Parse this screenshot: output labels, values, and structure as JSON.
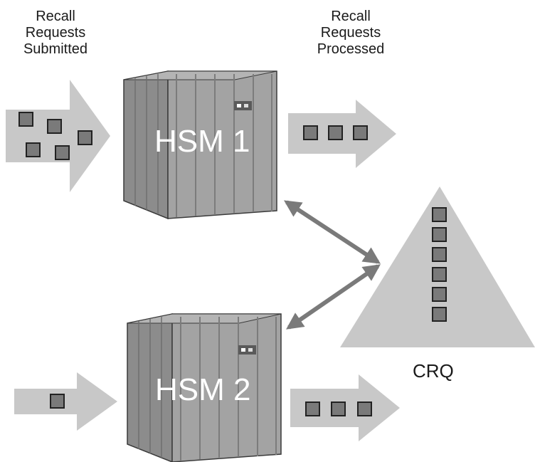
{
  "labels": {
    "submitted": [
      "Recall",
      "Requests",
      "Submitted"
    ],
    "processed": [
      "Recall",
      "Requests",
      "Processed"
    ]
  },
  "servers": [
    {
      "name": "HSM 1",
      "queued_in": 5,
      "processed_out": 3
    },
    {
      "name": "HSM 2",
      "queued_in": 1,
      "processed_out": 3
    }
  ],
  "crq": {
    "label": "CRQ",
    "queued": 6
  },
  "colors": {
    "arrow_fill": "#c8c8c8",
    "box_body": "#9a9a9a",
    "box_dark": "#6e6e6e",
    "request_square": "#7a7a7a",
    "connector": "#7a7a7a",
    "triangle": "#c8c8c8"
  }
}
